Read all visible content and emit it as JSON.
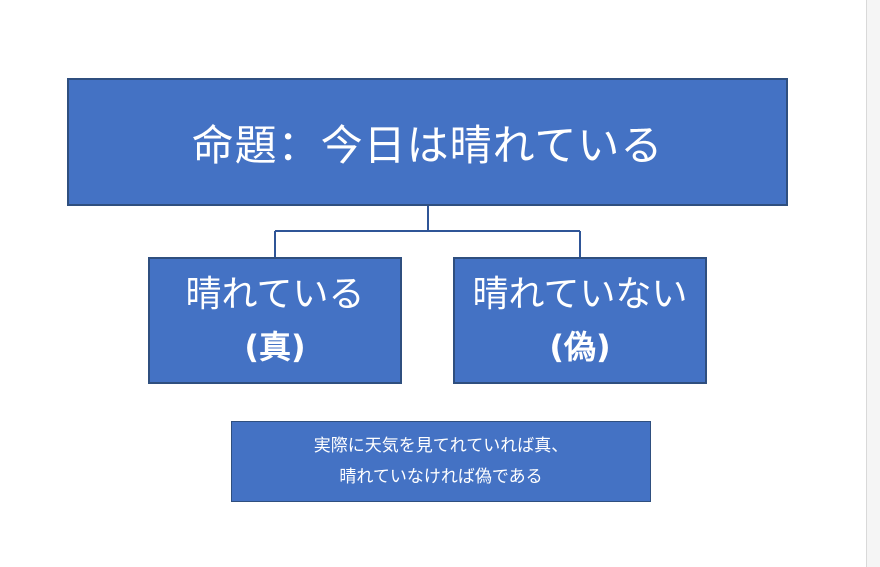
{
  "diagram": {
    "root": {
      "label": "命題：今日は晴れている"
    },
    "children": [
      {
        "label": "晴れている",
        "value": "(真)"
      },
      {
        "label": "晴れていない",
        "value": "(偽)"
      }
    ],
    "note": {
      "lines": [
        "実際に天気を見てれていれば真、",
        "晴れていなければ偽である"
      ]
    },
    "colors": {
      "box_fill": "#4472c4",
      "box_border": "#2f4f7f",
      "connector": "#2f5597",
      "text": "#ffffff"
    }
  }
}
